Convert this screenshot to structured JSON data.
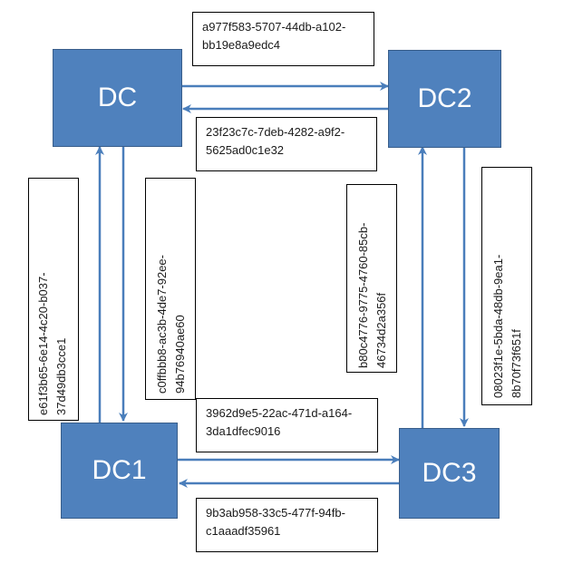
{
  "nodes": {
    "dc": "DC",
    "dc1": "DC1",
    "dc2": "DC2",
    "dc3": "DC3"
  },
  "links": {
    "dc_to_dc2": [
      "a977f583-5707-44db-a102-",
      "bb19e8a9edc4"
    ],
    "dc2_to_dc": [
      "23f23c7c-7deb-4282-a9f2-",
      "5625ad0c1e32"
    ],
    "dc1_to_dc": [
      "e61f3b65-6e14-4c20-b037-",
      "37d49db3cce1"
    ],
    "dc_to_dc1": [
      "c0ffbbb8-ac3b-4de7-92ee-",
      "94b76940ae60"
    ],
    "dc3_to_dc2": [
      "b80c4776-9775-4760-85cb-",
      "46734d2a356f"
    ],
    "dc2_to_dc3": [
      "08023f1e-5bda-48db-9ea1-",
      "8b70f73f651f"
    ],
    "dc1_to_dc3": [
      "3962d9e5-22ac-471d-a164-",
      "3da1dfec9016"
    ],
    "dc3_to_dc1": [
      "9b3ab958-33c5-477f-94fb-",
      "c1aaadf35961"
    ]
  },
  "colors": {
    "node_fill": "#4f81bd",
    "node_border": "#385d8a",
    "arrow": "#4a7ebb"
  }
}
